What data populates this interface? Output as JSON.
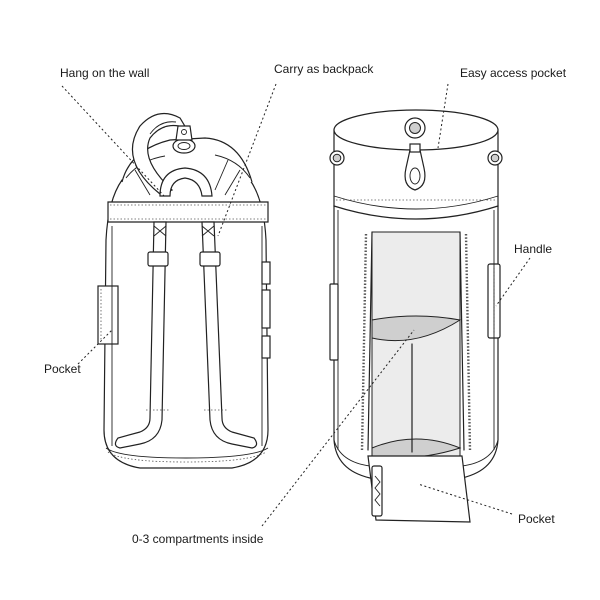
{
  "labels": {
    "hang": "Hang on the wall",
    "carry": "Carry as backpack",
    "easy_access": "Easy access pocket",
    "handle": "Handle",
    "pocket_left": "Pocket",
    "pocket_right": "Pocket",
    "compartments": "0-3 compartments inside"
  }
}
